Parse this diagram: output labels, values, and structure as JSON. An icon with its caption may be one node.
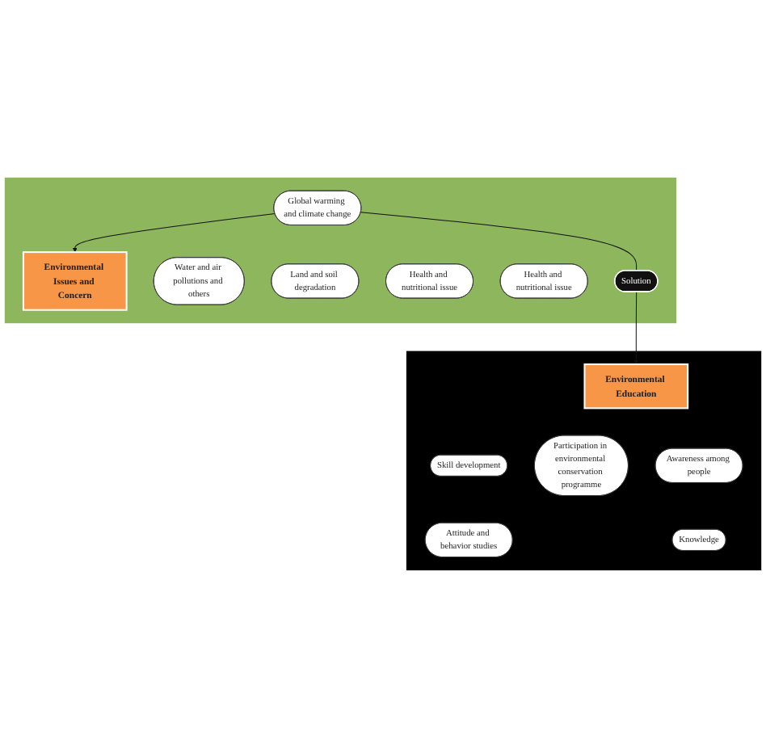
{
  "diagram": {
    "nodes": [
      {
        "text": [],
        "shape": "box"
      },
      {
        "text": [
          "Environmental Issues and Concern"
        ],
        "in": 0
      },
      {
        "text": [
          "Water and air pollutions and others"
        ],
        "in": 0
      },
      {
        "text": [
          "Land and soil degradation"
        ],
        "in": 0
      },
      {
        "text": [
          "Global warming and climate change"
        ],
        "in": 0
      },
      {
        "text": [
          "Health and nutritional issue"
        ],
        "in": 0
      },
      {
        "text": [
          "Health and nutritional issue"
        ],
        "in": 0
      },
      {
        "text": [
          "Solution"
        ],
        "in": 0
      },
      {
        "text": [],
        "shape": "box"
      },
      {
        "text": [
          "Environmental Education"
        ],
        "in": 8
      },
      {
        "text": [
          "Skill development"
        ],
        "in": 8
      },
      {
        "text": [
          "Participation in environmental conservation programme"
        ],
        "in": 8
      },
      {
        "text": [
          "Awareness among people"
        ],
        "in": 8
      },
      {
        "text": [
          "Attitude and behavior studies"
        ],
        "in": 8
      },
      {
        "text": [
          "Knowledge"
        ],
        "in": 8
      }
    ],
    "edges": [
      {
        "from": 4,
        "to": 1,
        "arrow": "to"
      },
      {
        "from": 4,
        "to": 7,
        "arrow": "none"
      },
      {
        "from": 7,
        "to": 9,
        "arrow": "to"
      }
    ]
  }
}
